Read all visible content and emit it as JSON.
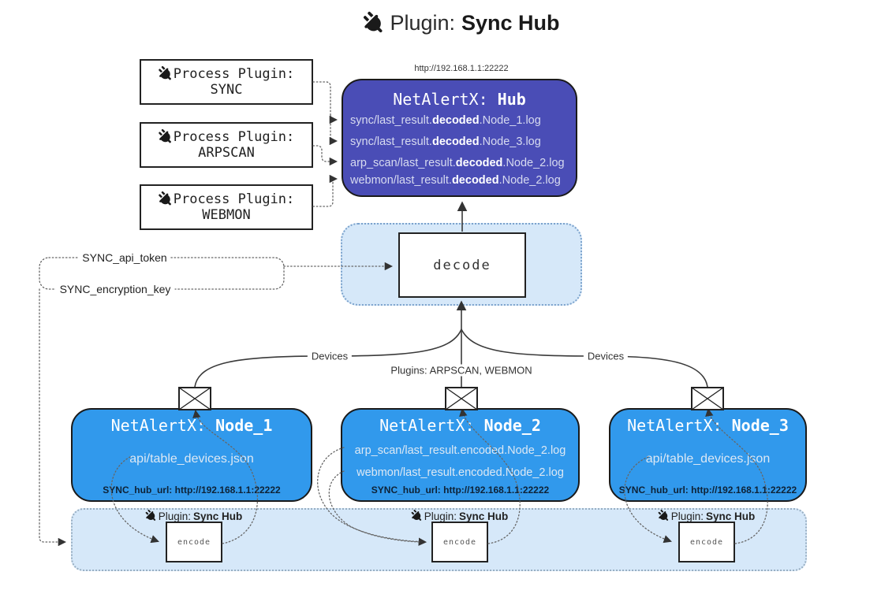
{
  "title": {
    "prefix": "Plugin:",
    "name": "Sync Hub"
  },
  "icons": {
    "plug": "plug-icon",
    "envelope": "envelope-icon"
  },
  "colors": {
    "hub_fill": "#4a4db6",
    "node_fill": "#3199ec",
    "container_fill": "#d6e8f9",
    "container_border": "#7ba2cc",
    "hub_text": "#d7dbf0",
    "node_text": "#dce8f4",
    "dark_text": "#0e2236"
  },
  "hub": {
    "url": "http://192.168.1.1:22222",
    "title_prefix": "NetAlertX:",
    "title_name": "Hub",
    "lines": [
      {
        "pre": "sync/last_result.",
        "bold": "decoded",
        "post": ".Node_1.log"
      },
      {
        "pre": "sync/last_result.",
        "bold": "decoded",
        "post": ".Node_3.log"
      },
      {
        "pre": "arp_scan/last_result.",
        "bold": "decoded",
        "post": ".Node_2.log"
      },
      {
        "pre": "webmon/last_result.",
        "bold": "decoded",
        "post": ".Node_2.log"
      }
    ]
  },
  "process_plugins": [
    {
      "label": "Process Plugin:",
      "name": "SYNC"
    },
    {
      "label": "Process Plugin:",
      "name": "ARPSCAN"
    },
    {
      "label": "Process Plugin:",
      "name": "WEBMON"
    }
  ],
  "edge_labels": {
    "api_token": "SYNC_api_token",
    "encryption_key": "SYNC_encryption_key",
    "devices_left": "Devices",
    "devices_right": "Devices",
    "plugins_center": "Plugins: ARPSCAN, WEBMON"
  },
  "decode": {
    "label": "decode"
  },
  "nodes": [
    {
      "title_prefix": "NetAlertX:",
      "title_name": "Node_1",
      "lines": [
        "api/table_devices.json"
      ],
      "hub_url": "SYNC_hub_url: http://192.168.1.1:22222"
    },
    {
      "title_prefix": "NetAlertX:",
      "title_name": "Node_2",
      "lines": [
        "arp_scan/last_result.encoded.Node_2.log",
        "webmon/last_result.encoded.Node_2.log"
      ],
      "hub_url": "SYNC_hub_url: http://192.168.1.1:22222"
    },
    {
      "title_prefix": "NetAlertX:",
      "title_name": "Node_3",
      "lines": [
        "api/table_devices.json"
      ],
      "hub_url": "SYNC_hub_url: http://192.168.1.1:22222"
    }
  ],
  "encoders": [
    {
      "label_prefix": "Plugin:",
      "label_name": "Sync Hub",
      "box": "encode"
    },
    {
      "label_prefix": "Plugin:",
      "label_name": "Sync Hub",
      "box": "encode"
    },
    {
      "label_prefix": "Plugin:",
      "label_name": "Sync Hub",
      "box": "encode"
    }
  ]
}
